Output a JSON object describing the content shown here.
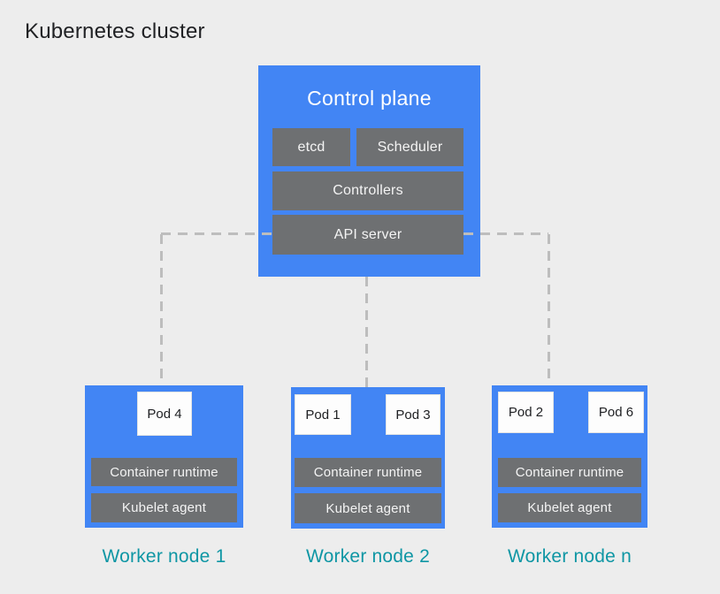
{
  "page": {
    "title": "Kubernetes cluster"
  },
  "colors": {
    "background": "#EDEDED",
    "node_blue": "#4285F4",
    "component_gray": "#6E7072",
    "connector_dash": "#BDBDBD",
    "worker_label_teal": "#0E96A4",
    "pod_white": "#FDFDFD",
    "text_dark": "#202124",
    "text_light": "#FFFFFF"
  },
  "control_plane": {
    "title": "Control plane",
    "components": {
      "etcd": "etcd",
      "scheduler": "Scheduler",
      "controllers": "Controllers",
      "api_server": "API server"
    }
  },
  "worker_nodes": [
    {
      "label": "Worker node 1",
      "pods": [
        "Pod 4"
      ],
      "components": {
        "runtime": "Container runtime",
        "kubelet": "Kubelet agent"
      }
    },
    {
      "label": "Worker node 2",
      "pods": [
        "Pod 1",
        "Pod 3"
      ],
      "components": {
        "runtime": "Container runtime",
        "kubelet": "Kubelet agent"
      }
    },
    {
      "label": "Worker node n",
      "pods": [
        "Pod 2",
        "Pod 6"
      ],
      "components": {
        "runtime": "Container runtime",
        "kubelet": "Kubelet agent"
      }
    }
  ]
}
